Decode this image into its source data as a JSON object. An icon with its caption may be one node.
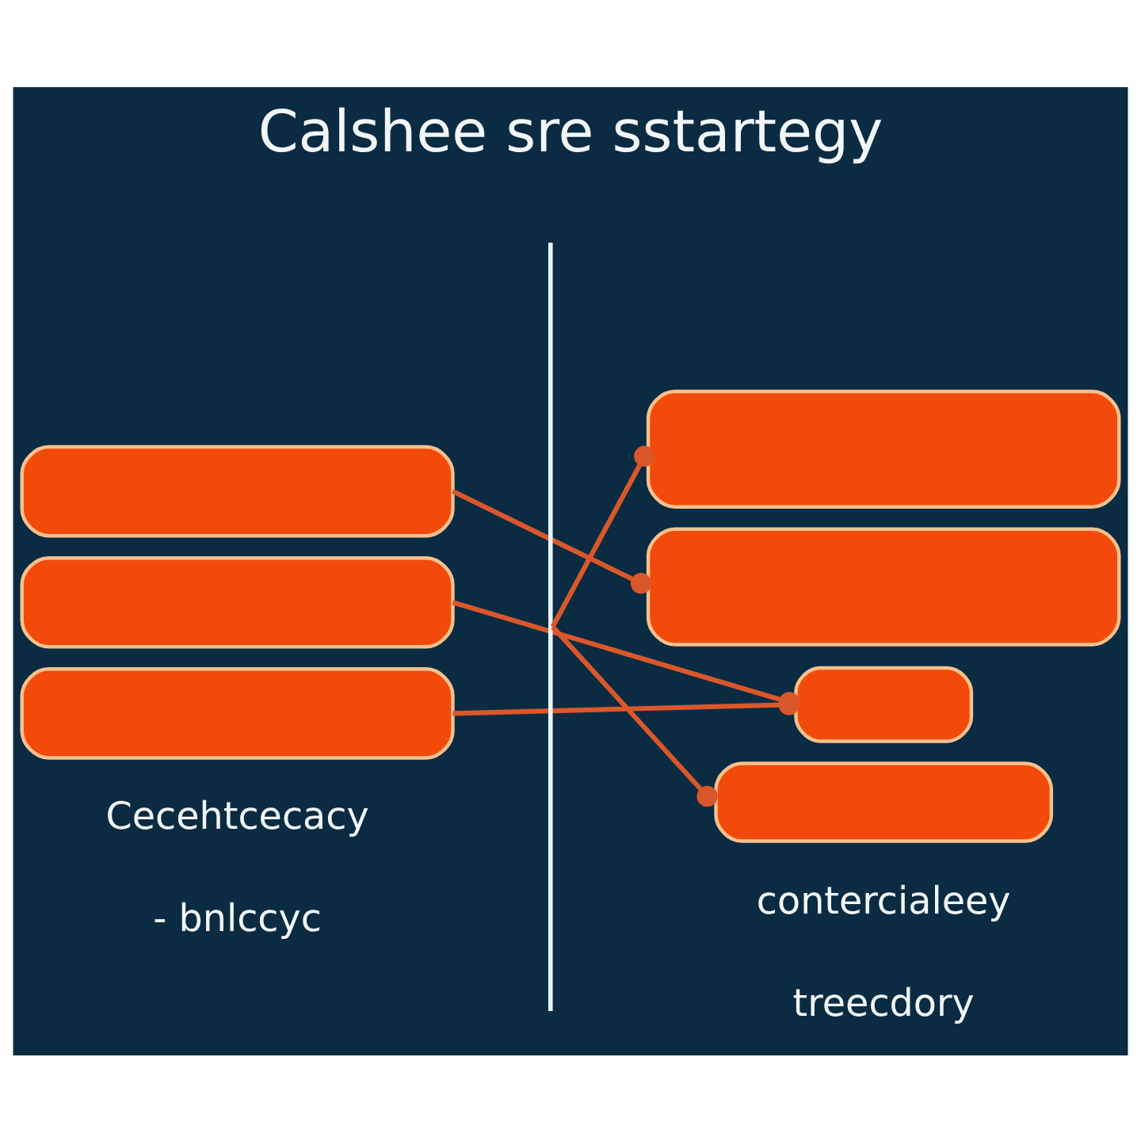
{
  "diagram": {
    "title": "Calshee sre sstartegy",
    "nodes": [
      {
        "text": [],
        "shape": "box"
      },
      {
        "text": [],
        "shape": "box"
      },
      {
        "text": [],
        "shape": "box"
      },
      {
        "text": [],
        "shape": "bar"
      },
      {
        "text": [],
        "shape": "box"
      },
      {
        "text": [],
        "shape": "box"
      },
      {
        "text": [],
        "shape": "box"
      },
      {
        "text": [],
        "shape": "box"
      }
    ],
    "edges": [
      {
        "from": 0,
        "to": 5,
        "arrow": "other"
      },
      {
        "from": 1,
        "to": 6,
        "arrow": "other"
      },
      {
        "from": 2,
        "to": 6,
        "arrow": "other"
      },
      {
        "from": 3,
        "to": 4,
        "arrow": "other"
      },
      {
        "from": 3,
        "to": 7,
        "arrow": "other"
      }
    ],
    "labels": [
      "Cecehtcecacy",
      "contercialeey",
      "- bnlccyc",
      "treecdory"
    ]
  }
}
